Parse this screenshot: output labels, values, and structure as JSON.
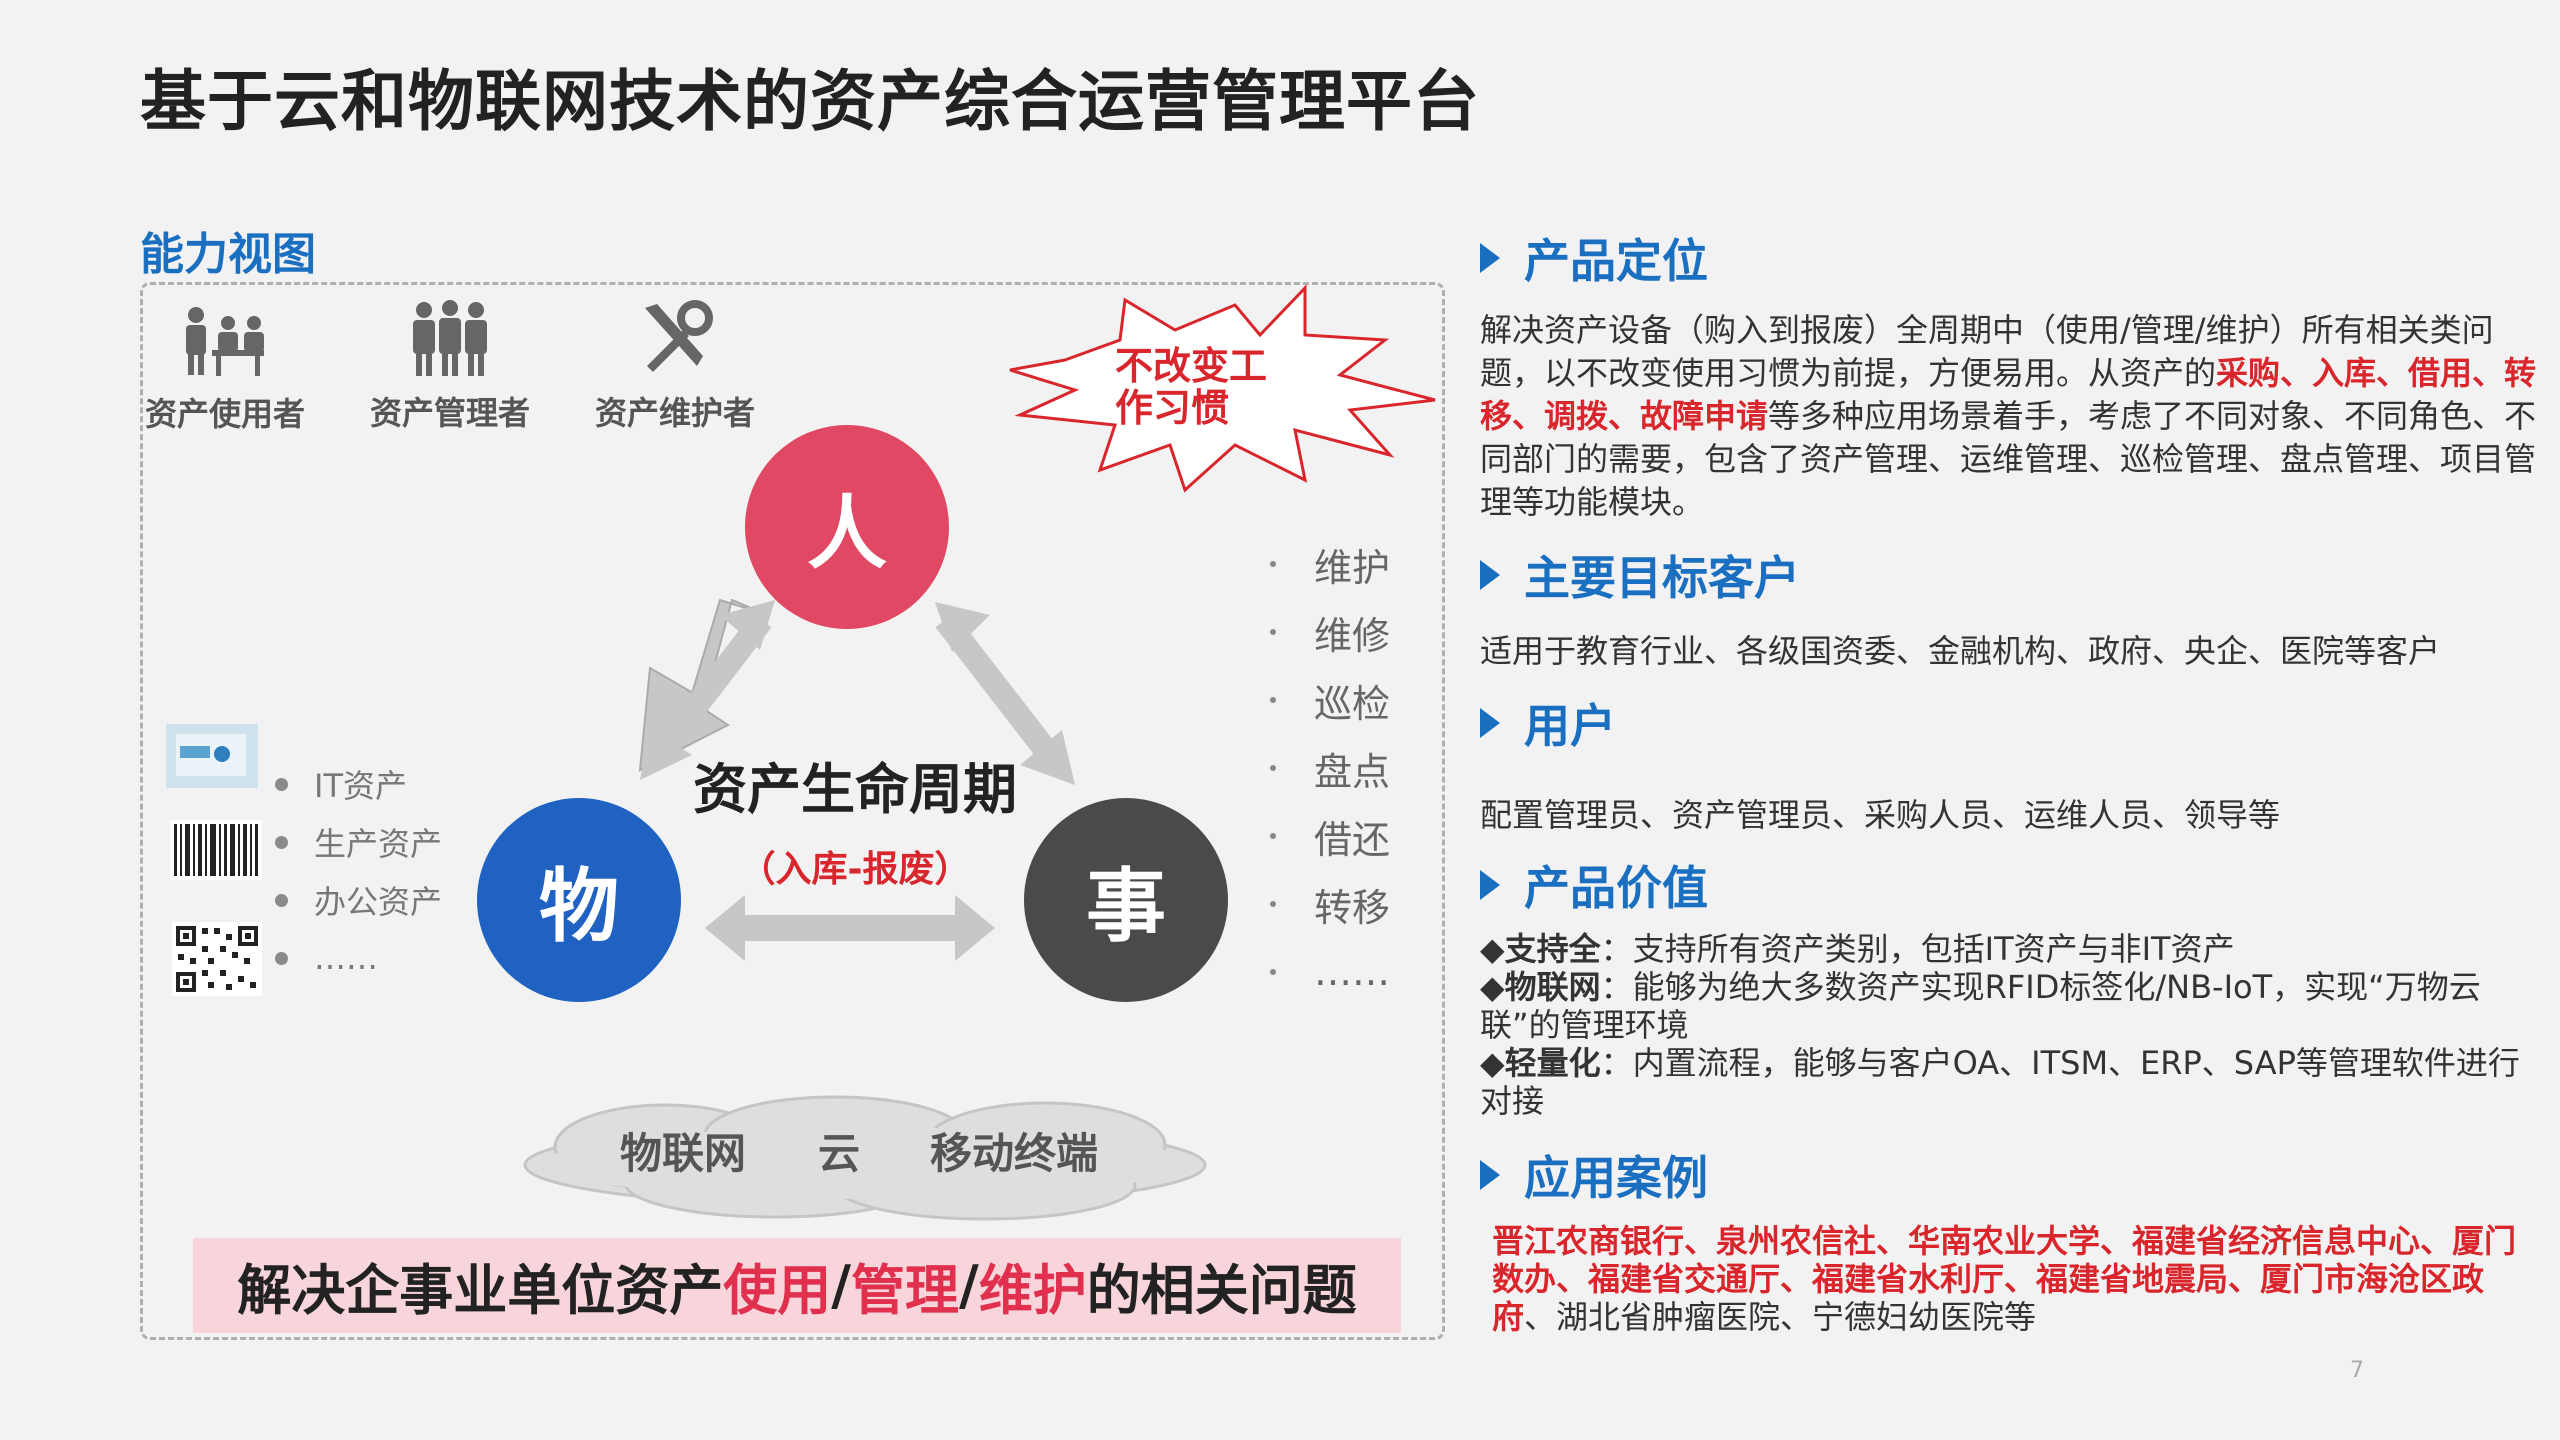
{
  "title": "基于云和物联网技术的资产综合运营管理平台",
  "section_label": "能力视图",
  "roles": [
    "资产使用者",
    "资产管理者",
    "资产维护者"
  ],
  "burst": {
    "line1": "不改变工",
    "line2": "作习惯"
  },
  "circles": {
    "ren": "人",
    "wu": "物",
    "shi": "事"
  },
  "center": {
    "title": "资产生命周期",
    "sub": "（入库-报废）"
  },
  "right_list": [
    "维护",
    "维修",
    "巡检",
    "盘点",
    "借还",
    "转移",
    "……"
  ],
  "left_list": [
    "IT资产",
    "生产资产",
    "办公资产",
    "……"
  ],
  "cloud": [
    "物联网",
    "云",
    "移动终端"
  ],
  "banner": {
    "a": "解决企事业单位资产",
    "b": "使用",
    "s1": "/",
    "c": "管理",
    "s2": "/",
    "d": "维护",
    "e": "的相关问题"
  },
  "sections": {
    "positioning": {
      "head": "产品定位",
      "p1": "解决资产设备（购入到报废）全周期中（使用/管理/维护）所有相关类问题，以不改变使用习惯为前提，方便易用。从资产的",
      "hl": "采购、入库、借用、转移、调拨、故障申请",
      "p2": "等多种应用场景着手，考虑了不同对象、不同角色、不同部门的需要，包含了资产管理、运维管理、巡检管理、盘点管理、项目管理等功能模块。"
    },
    "customers": {
      "head": "主要目标客户",
      "body": "适用于教育行业、各级国资委、金融机构、政府、央企、医院等客户"
    },
    "users": {
      "head": "用户",
      "body": "配置管理员、资产管理员、采购人员、运维人员、领导等"
    },
    "value": {
      "head": "产品价值",
      "items": [
        {
          "k": "◆支持全",
          "v": "：支持所有资产类别，包括IT资产与非IT资产"
        },
        {
          "k": "◆物联网",
          "v": "：能够为绝大多数资产实现RFID标签化/NB-IoT，实现“万物云联”的管理环境"
        },
        {
          "k": "◆轻量化",
          "v": "：内置流程，能够与客户OA、ITSM、ERP、SAP等管理软件进行对接"
        }
      ]
    },
    "cases": {
      "head": "应用案例",
      "hl": "晋江农商银行、泉州农信社、华南农业大学、福建省经济信息中心、厦门数办、福建省交通厅、福建省水利厅、福建省地震局、厦门市海沧区政府",
      "rest": "、湖北省肿瘤医院、宁德妇幼医院等"
    }
  },
  "page_number": "7",
  "colors": {
    "blue": "#1a6fc1",
    "red": "#d9262c",
    "pink": "#e04863",
    "dark": "#4a4a4a"
  }
}
